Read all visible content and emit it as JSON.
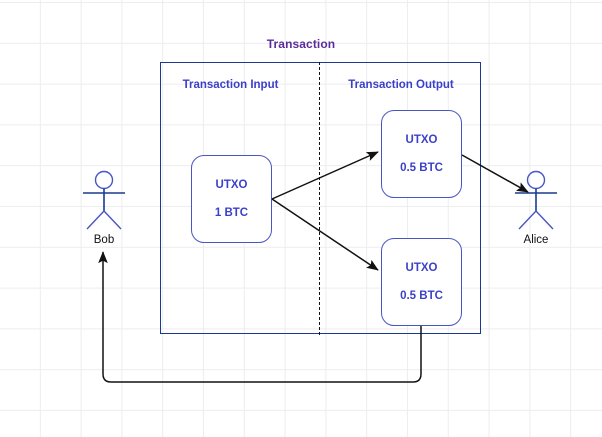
{
  "diagram": {
    "title": "Transaction",
    "title_color": "#5b2d9b",
    "accent_color": "#3b40c9",
    "container_border_color": "#1b3a8f",
    "box_border_color": "#4a55c4",
    "arrow_color": "#111111",
    "grid_color": "#ededed",
    "background": "#ffffff"
  },
  "sections": {
    "input_header": "Transaction Input",
    "output_header": "Transaction Output"
  },
  "boxes": {
    "input": {
      "label": "UTXO",
      "amount": "1 BTC"
    },
    "output_top": {
      "label": "UTXO",
      "amount": "0.5 BTC"
    },
    "output_bottom": {
      "label": "UTXO",
      "amount": "0.5 BTC"
    }
  },
  "actors": {
    "sender": {
      "name": "Bob"
    },
    "receiver": {
      "name": "Alice"
    }
  },
  "chart_data": {
    "type": "diagram",
    "title": "Transaction",
    "nodes": [
      {
        "id": "bob",
        "type": "actor",
        "label": "Bob"
      },
      {
        "id": "alice",
        "type": "actor",
        "label": "Alice"
      },
      {
        "id": "utxo_in",
        "type": "utxo",
        "label": "UTXO",
        "amount": 1,
        "unit": "BTC",
        "side": "input"
      },
      {
        "id": "utxo_out_1",
        "type": "utxo",
        "label": "UTXO",
        "amount": 0.5,
        "unit": "BTC",
        "side": "output"
      },
      {
        "id": "utxo_out_2",
        "type": "utxo",
        "label": "UTXO",
        "amount": 0.5,
        "unit": "BTC",
        "side": "output"
      }
    ],
    "edges": [
      {
        "from": "utxo_in",
        "to": "utxo_out_1",
        "style": "arrow"
      },
      {
        "from": "utxo_in",
        "to": "utxo_out_2",
        "style": "arrow"
      },
      {
        "from": "utxo_out_1",
        "to": "alice",
        "style": "arrow"
      },
      {
        "from": "utxo_out_2",
        "to": "bob",
        "style": "arrow-orthogonal"
      }
    ]
  }
}
